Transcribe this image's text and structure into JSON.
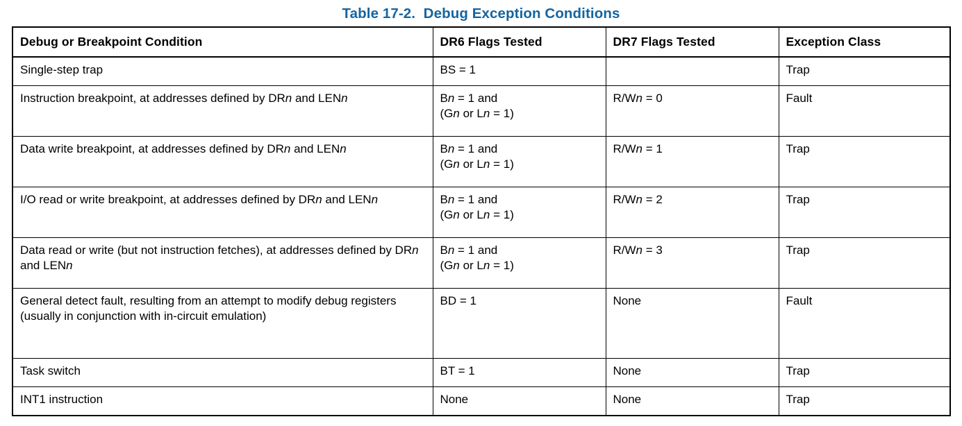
{
  "title": "Table 17-2.  Debug Exception Conditions",
  "title_color": "#1464a0",
  "table": {
    "headers": [
      "Debug or Breakpoint Condition",
      "DR6 Flags Tested",
      "DR7 Flags Tested",
      "Exception Class"
    ],
    "rows": [
      {
        "condition": "Single-step trap",
        "dr6": "BS = 1",
        "dr7": "",
        "class": "Trap"
      },
      {
        "condition": "Instruction breakpoint, at addresses defined by DRn and LENn",
        "dr6": "Bn = 1 and\n(Gn or Ln = 1)",
        "dr7": "R/Wn = 0",
        "class": "Fault"
      },
      {
        "condition": "Data write breakpoint, at addresses defined by DRn and LENn",
        "dr6": "Bn = 1 and\n(Gn or Ln = 1)",
        "dr7": "R/Wn = 1",
        "class": "Trap"
      },
      {
        "condition": "I/O read or write breakpoint, at addresses defined by DRn and LENn",
        "dr6": "Bn = 1 and\n(Gn or Ln = 1)",
        "dr7": "R/Wn = 2",
        "class": "Trap"
      },
      {
        "condition": "Data read or write (but not instruction fetches), at addresses defined by DRn and LENn",
        "dr6": "Bn = 1 and\n(Gn or Ln = 1)",
        "dr7": "R/Wn = 3",
        "class": "Trap"
      },
      {
        "condition": "General detect fault, resulting from an attempt to modify debug registers (usually in conjunction with in-circuit emulation)",
        "dr6": "BD = 1",
        "dr7": "None",
        "class": "Fault"
      },
      {
        "condition": "Task switch",
        "dr6": "BT = 1",
        "dr7": "None",
        "class": "Trap"
      },
      {
        "condition": "INT1 instruction",
        "dr6": "None",
        "dr7": "None",
        "class": "Trap"
      }
    ]
  }
}
